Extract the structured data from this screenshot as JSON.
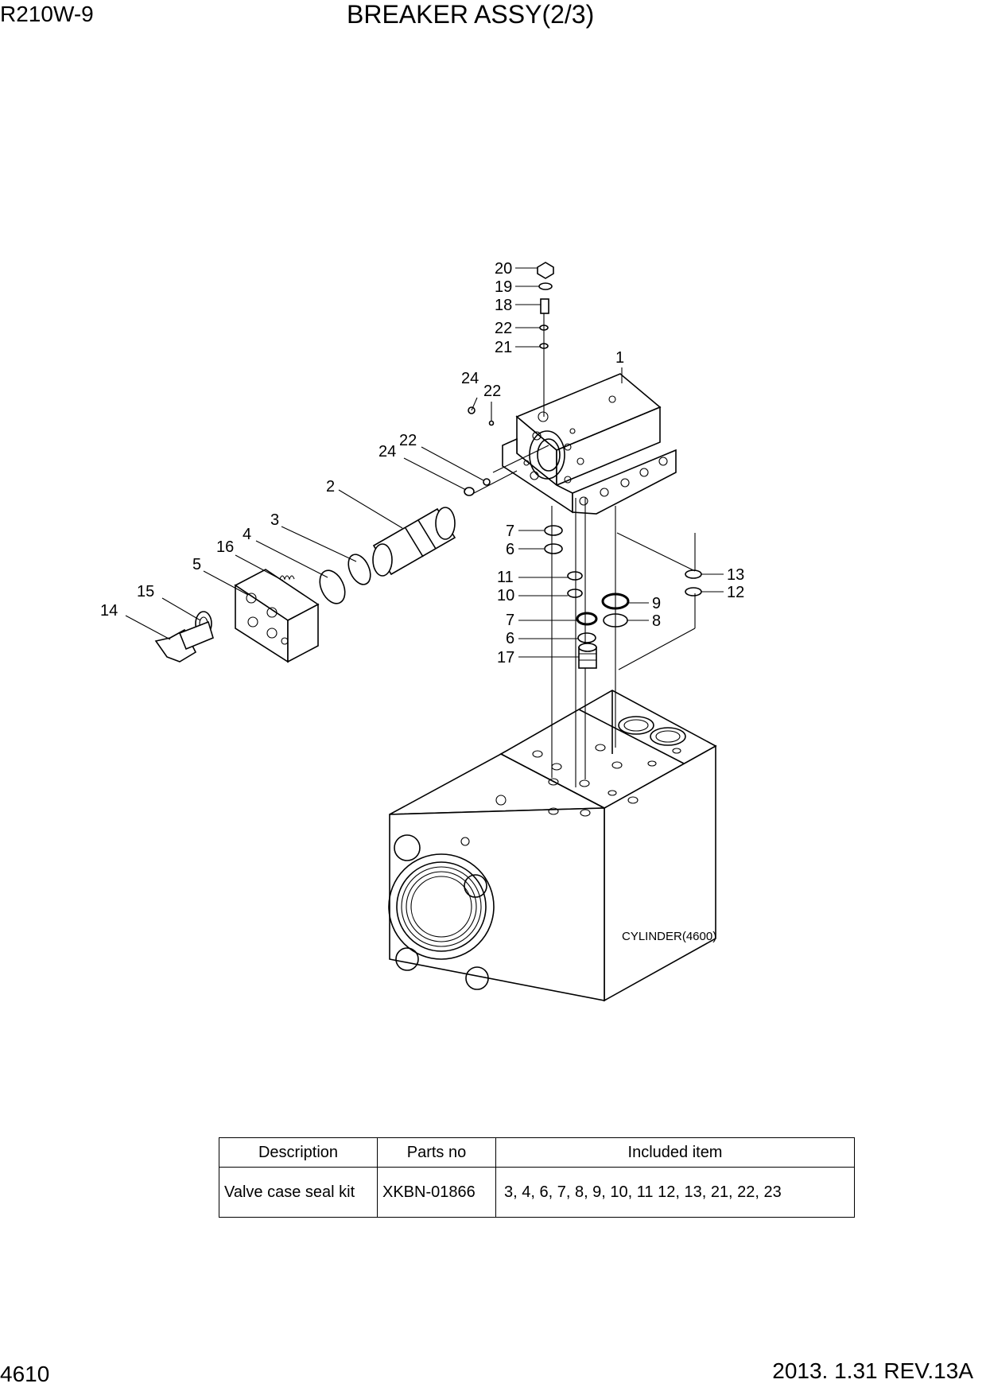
{
  "header": {
    "model": "R210W-9",
    "title": "BREAKER ASSY(2/3)"
  },
  "footer": {
    "page_number": "4610",
    "revision": "2013. 1.31  REV.13A"
  },
  "diagram": {
    "reference_label": "CYLINDER(4600)",
    "callouts": [
      "20",
      "19",
      "18",
      "22",
      "21",
      "1",
      "24",
      "22",
      "22",
      "24",
      "2",
      "3",
      "4",
      "16",
      "5",
      "15",
      "14",
      "7",
      "6",
      "11",
      "10",
      "7",
      "6",
      "17",
      "9",
      "8",
      "13",
      "12"
    ]
  },
  "table": {
    "headers": [
      "Description",
      "Parts no",
      "Included item"
    ],
    "rows": [
      [
        "Valve case seal kit",
        "XKBN-01866",
        "3, 4, 6, 7, 8, 9, 10, 11 12, 13, 21, 22, 23"
      ]
    ]
  }
}
